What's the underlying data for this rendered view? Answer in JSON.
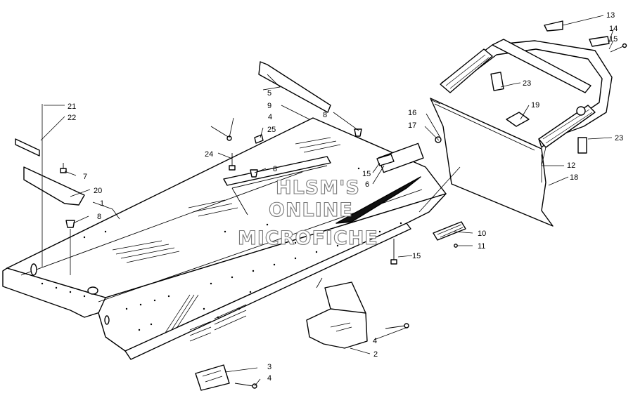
{
  "watermark": {
    "line1": "HLSM'S",
    "line2": "ONLINE",
    "line3": "MICROFICHE"
  },
  "callouts": [
    {
      "id": "c13",
      "label": "13"
    },
    {
      "id": "c14",
      "label": "14"
    },
    {
      "id": "c15a",
      "label": "15"
    },
    {
      "id": "c23a",
      "label": "23"
    },
    {
      "id": "c19",
      "label": "19"
    },
    {
      "id": "c16",
      "label": "16"
    },
    {
      "id": "c17",
      "label": "17"
    },
    {
      "id": "c23b",
      "label": "23"
    },
    {
      "id": "c12",
      "label": "12"
    },
    {
      "id": "c18",
      "label": "18"
    },
    {
      "id": "c5",
      "label": "5"
    },
    {
      "id": "c9",
      "label": "9"
    },
    {
      "id": "c4a",
      "label": "4"
    },
    {
      "id": "c25",
      "label": "25"
    },
    {
      "id": "c8a",
      "label": "8"
    },
    {
      "id": "c24",
      "label": "24"
    },
    {
      "id": "c8b",
      "label": "8"
    },
    {
      "id": "c15b",
      "label": "15"
    },
    {
      "id": "c6",
      "label": "6"
    },
    {
      "id": "c21",
      "label": "21"
    },
    {
      "id": "c22",
      "label": "22"
    },
    {
      "id": "c7",
      "label": "7"
    },
    {
      "id": "c20",
      "label": "20"
    },
    {
      "id": "c1",
      "label": "1"
    },
    {
      "id": "c8c",
      "label": "8"
    },
    {
      "id": "c10",
      "label": "10"
    },
    {
      "id": "c11",
      "label": "11"
    },
    {
      "id": "c15c",
      "label": "15"
    },
    {
      "id": "c4b",
      "label": "4"
    },
    {
      "id": "c2",
      "label": "2"
    },
    {
      "id": "c3",
      "label": "3"
    },
    {
      "id": "c4c",
      "label": "4"
    }
  ]
}
